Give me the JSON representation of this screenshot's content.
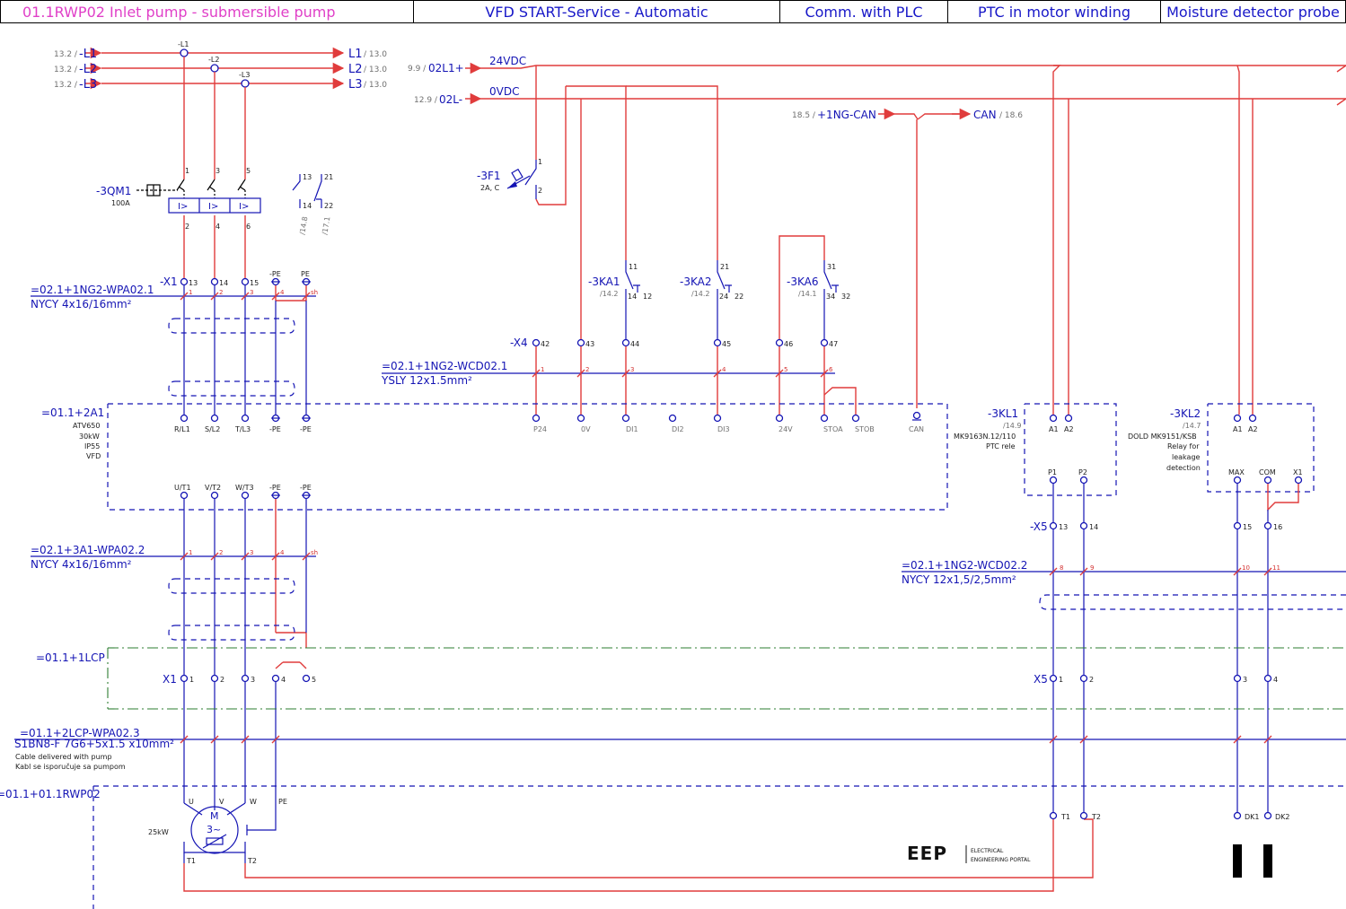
{
  "header": {
    "title": "01.1RWP02 Inlet pump - submersible pump",
    "vfd": "VFD START-Service - Automatic",
    "comm": "Comm. with PLC",
    "ptc": "PTC in motor winding",
    "moisture": "Moisture detector probe"
  },
  "supply": [
    {
      "ref": "13.2 /",
      "name": "-L1",
      "out": "L1",
      "out_ref": "/ 13.0",
      "tap": "-L1"
    },
    {
      "ref": "13.2 /",
      "name": "-L2",
      "out": "L2",
      "out_ref": "/ 13.0",
      "tap": "-L2"
    },
    {
      "ref": "13.2 /",
      "name": "-L3",
      "out": "L3",
      "out_ref": "/ 13.0",
      "tap": "-L3"
    }
  ],
  "control": {
    "p24_ref": "9.9 /",
    "p24_name": "02L1+",
    "p24_label": "24VDC",
    "m_ref": "12.9 /",
    "m_name": "02L-",
    "m_label": "0VDC",
    "can_ref": "18.5 /",
    "can_name": "+1NG-CAN",
    "can_out": "CAN",
    "can_out_ref": "/ 18.6"
  },
  "breaker": {
    "name": "-3QM1",
    "rating": "100A",
    "top": [
      "1",
      "3",
      "5"
    ],
    "bottom": [
      "2",
      "4",
      "6"
    ],
    "trip": [
      "I>",
      "I>",
      "I>"
    ],
    "aux": [
      "13",
      "14",
      "21",
      "22"
    ],
    "aux_refs": [
      "/14.8",
      "/17.1"
    ]
  },
  "fuse": {
    "name": "-3F1",
    "rating": "2A, C",
    "pins": [
      "1",
      "2"
    ]
  },
  "relays": [
    {
      "name": "-3KA1",
      "ref": "/14.2",
      "com": "11",
      "nc": "14",
      "no": "12"
    },
    {
      "name": "-3KA2",
      "ref": "/14.2",
      "com": "21",
      "nc": "24",
      "no": "22"
    },
    {
      "name": "-3KA6",
      "ref": "/14.1",
      "com": "31",
      "nc": "34",
      "no": "32"
    }
  ],
  "x1": {
    "name": "-X1",
    "terms": [
      "13",
      "14",
      "15",
      "-PE",
      "PE"
    ]
  },
  "x4": {
    "name": "-X4",
    "terms": [
      "42",
      "43",
      "44",
      "45",
      "46",
      "47"
    ]
  },
  "cables": {
    "c1_name": "=02.1+1NG2-WPA02.1",
    "c1_type": "NYCY 4x16/16mm²",
    "c2_name": "=02.1+1NG2-WCD02.1",
    "c2_type": "YSLY 12x1.5mm²",
    "c3_name": "=02.1+3A1-WPA02.2",
    "c3_type": "NYCY 4x16/16mm²",
    "c4_name": "=02.1+1NG2-WCD02.2",
    "c4_type": "NYCY 12x1,5/2,5mm²",
    "c5_name": "=01.1+2LCP-WPA02.3",
    "c5_type": "S1BN8-F 7G6+5x1.5 x10mm²",
    "c5_note1": "Cable delivered with pump",
    "c5_note2": "Kabl se isporučuje sa pumpom"
  },
  "cores": {
    "c1": [
      "1",
      "2",
      "3",
      "4",
      "sh"
    ],
    "c2": [
      "1",
      "2",
      "3",
      "4",
      "5",
      "6"
    ],
    "c3": [
      "1",
      "2",
      "3",
      "4",
      "sh"
    ],
    "c4": [
      "8",
      "9",
      "10",
      "11"
    ]
  },
  "vfd": {
    "name": "=01.1+2A1",
    "model": "ATV650",
    "power": "30kW",
    "ip": "IP55",
    "type": "VFD",
    "in_terms": [
      "R/L1",
      "S/L2",
      "T/L3",
      "-PE",
      "-PE"
    ],
    "io_terms": [
      "P24",
      "0V",
      "DI1",
      "DI2",
      "DI3",
      "24V",
      "STOA",
      "STOB",
      "CAN"
    ],
    "out_terms": [
      "U/T1",
      "V/T2",
      "W/T3",
      "-PE",
      "-PE"
    ]
  },
  "kl1": {
    "name": "-3KL1",
    "ref": "/14.9",
    "model": "MK9163N.12/110",
    "desc": "PTC rele",
    "coil": [
      "A1",
      "A2"
    ],
    "pins": [
      "P1",
      "P2"
    ]
  },
  "kl2": {
    "name": "-3KL2",
    "ref": "/14.7",
    "model": "DOLD MK9151/KSB",
    "desc1": "Relay for",
    "desc2": "leakage",
    "desc3": "detection",
    "coil": [
      "A1",
      "A2"
    ],
    "pins": [
      "MAX",
      "COM",
      "X1"
    ]
  },
  "x5": {
    "name": "-X5",
    "terms": [
      "13",
      "14",
      "15",
      "16"
    ]
  },
  "lcp": {
    "name": "=01.1+1LCP",
    "x1": "X1",
    "x1_terms": [
      "1",
      "2",
      "3",
      "4",
      "5"
    ],
    "x5": "X5",
    "x5_terms": [
      "1",
      "2",
      "3",
      "4"
    ]
  },
  "pump": {
    "name": "=01.1+01.1RWP02",
    "power": "25kW",
    "motor_m": "M",
    "motor_3": "3~",
    "phases": [
      "U",
      "V",
      "W",
      "PE"
    ],
    "ptc_terms": [
      "T1",
      "T2"
    ],
    "box_terms": [
      "T1",
      "T2",
      "DK1",
      "DK2"
    ]
  },
  "logo": {
    "mark": "EEP",
    "line1": "ELECTRICAL",
    "line2": "ENGINEERING PORTAL"
  }
}
